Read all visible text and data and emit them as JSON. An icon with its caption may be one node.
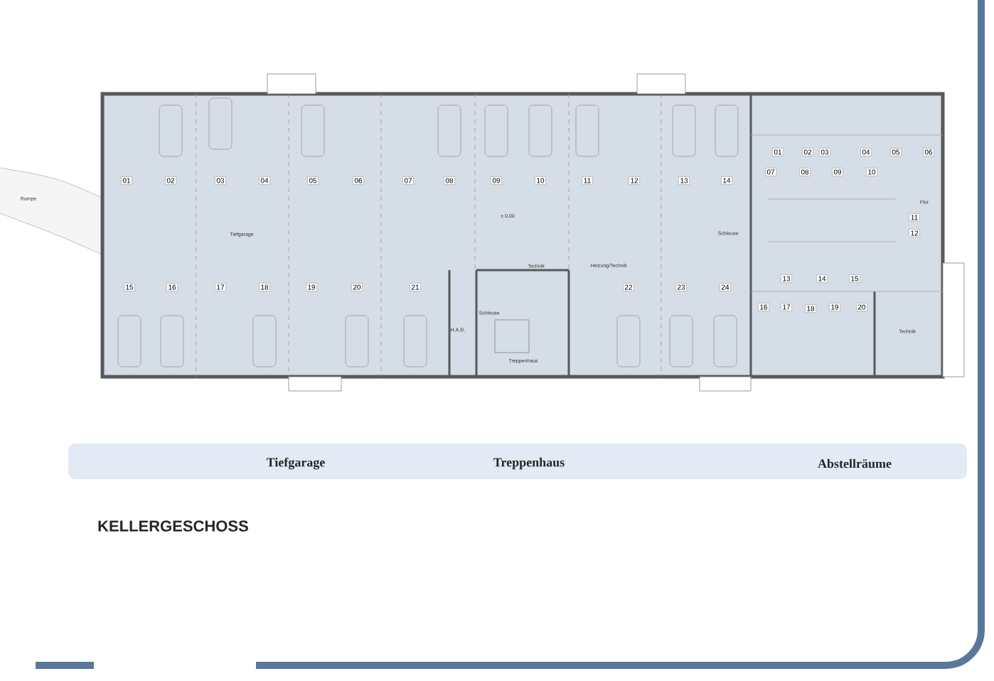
{
  "diagram": {
    "title": "KELLERGESCHOSS",
    "labels": [
      "01",
      "02",
      "03",
      "04",
      "05",
      "06",
      "07",
      "08",
      "09",
      "10",
      "11",
      "12",
      "13",
      "14",
      "15",
      "16",
      "17",
      "18",
      "19",
      "20",
      "21",
      "22",
      "23",
      "24",
      "01",
      "02",
      "03",
      "04",
      "05",
      "06",
      "07",
      "08",
      "09",
      "10",
      "11",
      "12",
      "13",
      "14",
      "15",
      "16",
      "17",
      "18",
      "19",
      "20",
      "Rampe",
      "Tiefgarage",
      "± 0,00",
      "Technik",
      "Heizung/Technik",
      "Schleuse",
      "H.A.R.",
      "Treppenhaus",
      "Schleuse",
      "Flur",
      "Technik",
      "Tiefgarage",
      "Treppenhaus",
      "Abstellräume"
    ]
  }
}
